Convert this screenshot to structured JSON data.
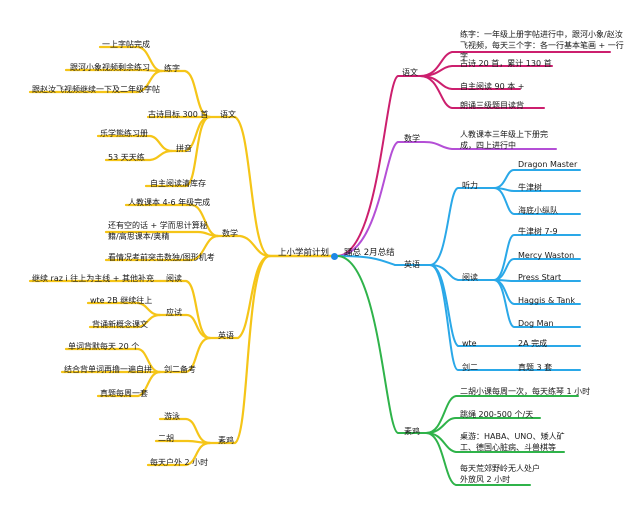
{
  "mindmap": {
    "root": "上小学前计划",
    "summary": "踊总 2月总结",
    "left": {
      "yuwen": {
        "label": "语文",
        "lianzi": {
          "label": "练字",
          "items": [
            "一上字帖完成",
            "跟河小象视频剩余练习",
            "跟赵汝飞视频继续一下及二年级字帖"
          ]
        },
        "gushi": "古诗目标 300 首",
        "pinyin": {
          "label": "拼音",
          "items": [
            "乐学熊练习册",
            "53 天天练"
          ]
        },
        "zizhu": "自主阅读清库存"
      },
      "shuxue": {
        "label": "数学",
        "items": [
          "人教课本 4-6 年级完成",
          "还有空的话 + 学而思计算秘籍/高思课本/奥精",
          "看情况考前突击数独/图形机考"
        ]
      },
      "yingyu": {
        "label": "英语",
        "yuedu": {
          "label": "阅读",
          "items": [
            "继续 raz i 往上为主线 + 其他补充"
          ]
        },
        "yingshi": {
          "label": "应试",
          "items": [
            "wte 2B 继续往上",
            "背诵新概念课文"
          ]
        },
        "jianer": {
          "label": "剑二备考",
          "items": [
            "单词背默每天 20 个",
            "结合背单词再撸一遍自拼",
            "真题每周一套"
          ]
        }
      },
      "sucai": {
        "label": "素鸡",
        "items": [
          "游泳",
          "二胡",
          "每天户外 2 小时"
        ]
      }
    },
    "right": {
      "yuwen": {
        "label": "语文",
        "items": [
          "练字：一年级上册字帖进行中，跟河小象/赵汝飞视频，每天三个字：各一行基本笔画 + 一行字",
          "古诗 20 首，累计 130 首",
          "自主阅读 90 本 +",
          "朗诵三级题目读背"
        ]
      },
      "shuxue": {
        "label": "数学",
        "items": [
          "人教课本三年级上下册完成，四上进行中"
        ]
      },
      "yingyu": {
        "label": "英语",
        "tingli": {
          "label": "听力",
          "items": [
            "Dragon Master",
            "牛津树",
            "海底小纵队"
          ]
        },
        "yuedu": {
          "label": "阅读",
          "items": [
            "牛津树 7-9",
            "Mercy Waston",
            "Press Start",
            "Haggis & Tank",
            "Dog Man"
          ]
        },
        "wte": {
          "label": "wte",
          "items": [
            "2A 完成"
          ]
        },
        "jianer": {
          "label": "剑二",
          "items": [
            "真题 3 套"
          ]
        }
      },
      "sucai": {
        "label": "素鸡",
        "items": [
          "二胡小课每周一次，每天练琴 1 小时",
          "跳绳 200-500 个/天",
          "桌游：HABA、UNO、矮人矿工、德国心脏病、斗兽棋等",
          "每天荒郊野岭无人处户外放风 2 小时"
        ]
      }
    },
    "colors": {
      "left": "#f5c518",
      "yuwen": "#cc1f6e",
      "shuxue": "#b44fd6",
      "yingyu": "#2aa8e8",
      "sucai": "#2fb34a",
      "center_dot": "#1e88e5"
    }
  }
}
